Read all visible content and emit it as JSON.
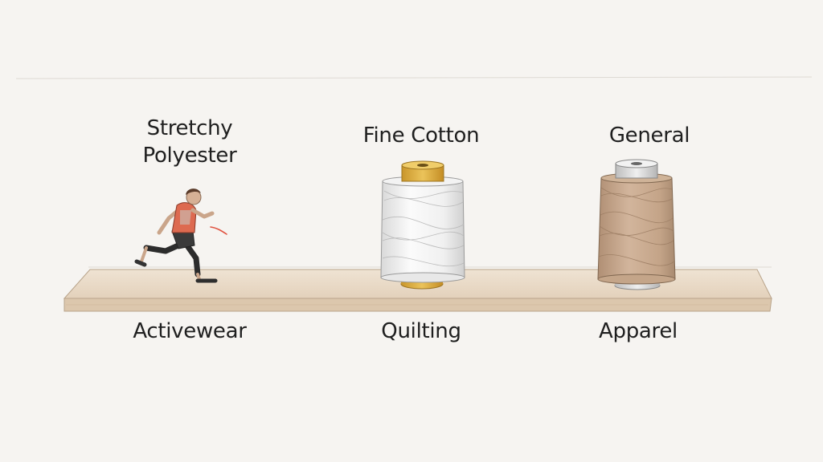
{
  "top_labels": {
    "activewear_line1": "Stretchy",
    "activewear_line2": "Polyester",
    "quilting": "Fine Cotton",
    "apparel": "General"
  },
  "bottom_labels": {
    "activewear": "Activewear",
    "quilting": "Quilting",
    "apparel": "Apparel"
  },
  "icons": {
    "runner": "runner-icon",
    "white_spool": "white-thread-spool-icon",
    "tan_spool": "tan-thread-spool-icon"
  },
  "colors": {
    "background": "#f6f4f1",
    "shelf": "#e8d9c6",
    "white_thread": "#f4f4f4",
    "tan_thread": "#c9ab92",
    "gold_cap": "#e0b442",
    "runner_shirt": "#d9674e"
  }
}
